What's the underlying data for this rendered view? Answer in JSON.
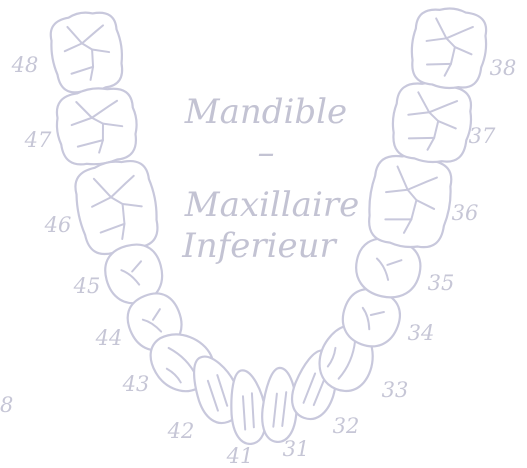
{
  "title": {
    "line1": "Mandible",
    "line2": "–",
    "line3": "Maxillaire",
    "line4": "Inferieur"
  },
  "stray_label": "8",
  "colors": {
    "outline": "#c8c8dc",
    "text": "#c3c3d3",
    "background": "#ffffff"
  },
  "teeth": [
    {
      "number": "48",
      "type": "molar",
      "side": "right"
    },
    {
      "number": "47",
      "type": "molar",
      "side": "right"
    },
    {
      "number": "46",
      "type": "molar",
      "side": "right"
    },
    {
      "number": "45",
      "type": "premolar",
      "side": "right"
    },
    {
      "number": "44",
      "type": "premolar",
      "side": "right"
    },
    {
      "number": "43",
      "type": "canine",
      "side": "right"
    },
    {
      "number": "42",
      "type": "incisor",
      "side": "right"
    },
    {
      "number": "41",
      "type": "incisor",
      "side": "right"
    },
    {
      "number": "31",
      "type": "incisor",
      "side": "left"
    },
    {
      "number": "32",
      "type": "incisor",
      "side": "left"
    },
    {
      "number": "33",
      "type": "canine",
      "side": "left"
    },
    {
      "number": "34",
      "type": "premolar",
      "side": "left"
    },
    {
      "number": "35",
      "type": "premolar",
      "side": "left"
    },
    {
      "number": "36",
      "type": "molar",
      "side": "left"
    },
    {
      "number": "37",
      "type": "molar",
      "side": "left"
    },
    {
      "number": "38",
      "type": "molar",
      "side": "left"
    }
  ]
}
